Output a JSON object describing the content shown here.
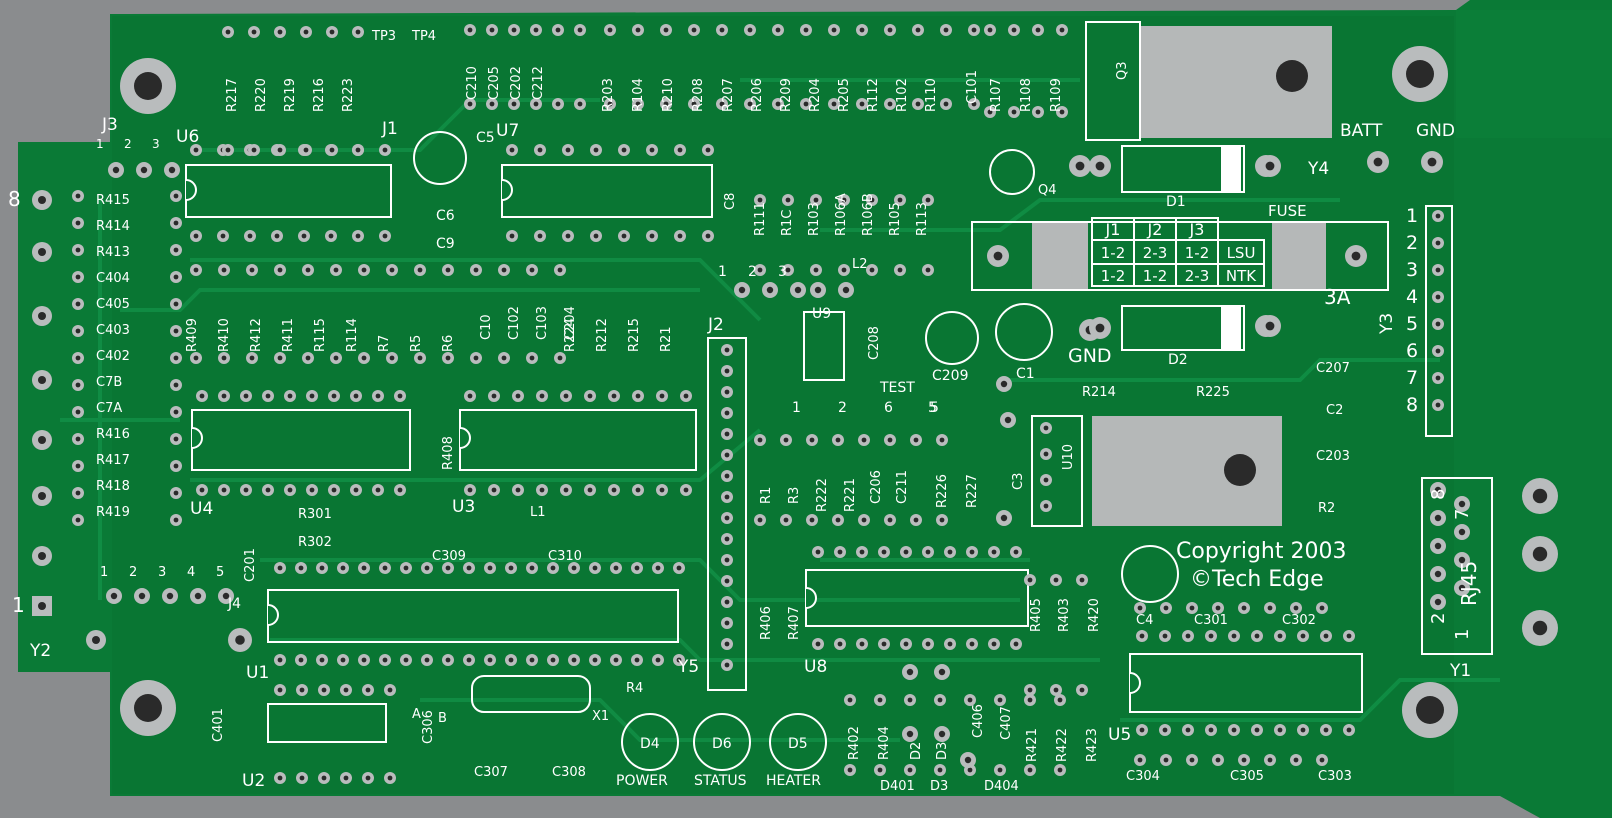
{
  "colors": {
    "background": "#8a8c8e",
    "board": "#0a7a36",
    "board_dark": "#066a2c",
    "trace": "#11923f",
    "silk": "#ffffff",
    "pad": "#b9bcbd",
    "hole": "#2a2a2a"
  },
  "copyright_line1": "Copyright 2003",
  "copyright_line2": "©Tech Edge",
  "jumper_table": {
    "header": [
      "J1",
      "J2",
      "J3"
    ],
    "rows": [
      {
        "cells": [
          "1-2",
          "2-3",
          "1-2"
        ],
        "label": "LSU"
      },
      {
        "cells": [
          "1-2",
          "1-2",
          "2-3"
        ],
        "label": "NTK"
      }
    ]
  },
  "fuse_label": "FUSE",
  "fuse_rating": "3A",
  "ics": [
    "U6",
    "U7",
    "U4",
    "U3",
    "U1",
    "U2",
    "U8",
    "U5",
    "U9",
    "U10"
  ],
  "connectors": [
    "J1",
    "J2",
    "J3",
    "J4",
    "Y1",
    "Y2",
    "Y3",
    "Y4",
    "Y5",
    "RJ45"
  ],
  "power_labels": {
    "batt": "BATT",
    "gnd": "GND",
    "gnd2": "GND"
  },
  "leds": [
    "D4",
    "D6",
    "D5"
  ],
  "led_captions": [
    "POWER",
    "STATUS",
    "HEATER"
  ],
  "diodes": [
    "D1",
    "D2",
    "D3"
  ],
  "test_label": "TEST",
  "test_points": [
    "1",
    "2",
    "6",
    "5"
  ],
  "tp_labels": [
    "TP3",
    "TP4"
  ],
  "header_pins": [
    "1",
    "2",
    "3",
    "4",
    "5",
    "6",
    "7",
    "8"
  ],
  "j3_pins": [
    "1",
    "2",
    "3"
  ],
  "j4_pins": [
    "1",
    "2",
    "3",
    "4",
    "5"
  ],
  "l2_pins": [
    "1",
    "2",
    "3"
  ],
  "rj45_pins": [
    "8",
    "7",
    "2",
    "1"
  ],
  "edge_pins": [
    "8",
    "1"
  ],
  "resistors_top": [
    "R217",
    "R220",
    "R219",
    "R216",
    "R223",
    "R203",
    "R104",
    "R210",
    "R208",
    "R207",
    "R206",
    "R209",
    "R204",
    "R205",
    "R112",
    "R102",
    "R110",
    "R107",
    "R108",
    "R109"
  ],
  "resistors_mid": [
    "R111",
    "R1C",
    "R103",
    "R106A",
    "R106B",
    "R105",
    "R113"
  ],
  "resistors_row2": [
    "R409",
    "R410",
    "R412",
    "R411",
    "R115",
    "R114",
    "R7",
    "R5",
    "R6",
    "R224",
    "R212",
    "R215",
    "R21"
  ],
  "left_column": [
    "R415",
    "R414",
    "R413",
    "C404",
    "C405",
    "C403",
    "C402",
    "C7B",
    "C7A",
    "R416",
    "R417",
    "R418",
    "R419"
  ],
  "caps_top": [
    "C210",
    "C205",
    "C202",
    "C212",
    "C101",
    "C5",
    "C6",
    "C9",
    "C8",
    "C10",
    "C102",
    "C103",
    "C204",
    "C208",
    "C209",
    "C1"
  ],
  "misc_labels": [
    "Q3",
    "Q4",
    "L1",
    "L2",
    "C2",
    "C207",
    "C203",
    "R214",
    "R225",
    "R2",
    "C3",
    "R408",
    "R301",
    "R302",
    "C201",
    "C309",
    "C310",
    "R4",
    "X1",
    "C306",
    "A",
    "B",
    "C401",
    "C307",
    "C308",
    "R1",
    "R3",
    "R222",
    "R221",
    "C206",
    "C211",
    "R226",
    "R227",
    "R406",
    "R407",
    "R405",
    "R403",
    "R420",
    "C4",
    "C301",
    "C302",
    "R402",
    "R404",
    "D2",
    "D3",
    "C406",
    "C407",
    "R421",
    "R422",
    "R423",
    "C304",
    "C305",
    "C303",
    "D401",
    "D3",
    "D404"
  ]
}
